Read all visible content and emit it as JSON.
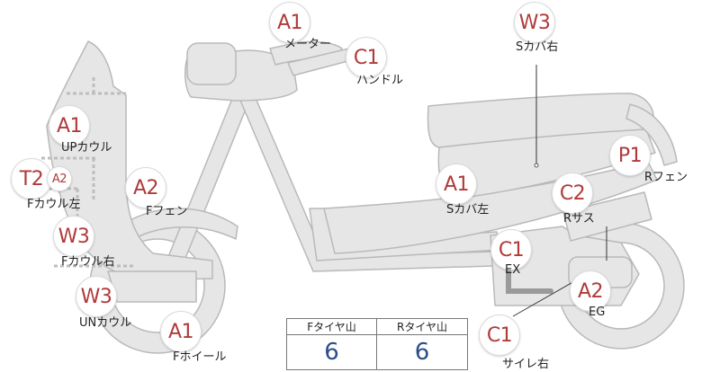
{
  "colors": {
    "body_fill": "#e6e6e6",
    "body_stroke": "#b9b9b9",
    "badge_text": "#b03a3a",
    "table_value": "#2c4e8a",
    "exhaust": "#9a9a9a"
  },
  "parts": {
    "meter": {
      "grade": "A1",
      "label": "メーター"
    },
    "handle": {
      "grade": "C1",
      "label": "ハンドル"
    },
    "s_cover_r": {
      "grade": "W3",
      "label": "Sカバ右"
    },
    "up_cowl": {
      "grade": "A1",
      "label": "UPカウル"
    },
    "f_cowl_l": {
      "grade": "T2",
      "grade2": "A2",
      "label": "Fカウル左"
    },
    "f_fender": {
      "grade": "A2",
      "label": "Fフェン"
    },
    "s_cover_l": {
      "grade": "A1",
      "label": "Sカバ左"
    },
    "r_sus": {
      "grade": "C2",
      "label": "Rサス"
    },
    "r_fender": {
      "grade": "P1",
      "label": "Rフェン"
    },
    "f_cowl_r": {
      "grade": "W3",
      "label": "Fカウル右"
    },
    "ex": {
      "grade": "C1",
      "label": "EX"
    },
    "un_cowl": {
      "grade": "W3",
      "label": "UNカウル"
    },
    "eg": {
      "grade": "A2",
      "label": "EG"
    },
    "f_wheel": {
      "grade": "A1",
      "label": "Fホイール"
    },
    "silencer_r": {
      "grade": "C1",
      "label": "サイレ右"
    }
  },
  "tire_table": {
    "headers": [
      "Fタイヤ山",
      "Rタイヤ山"
    ],
    "values": [
      "6",
      "6"
    ]
  }
}
